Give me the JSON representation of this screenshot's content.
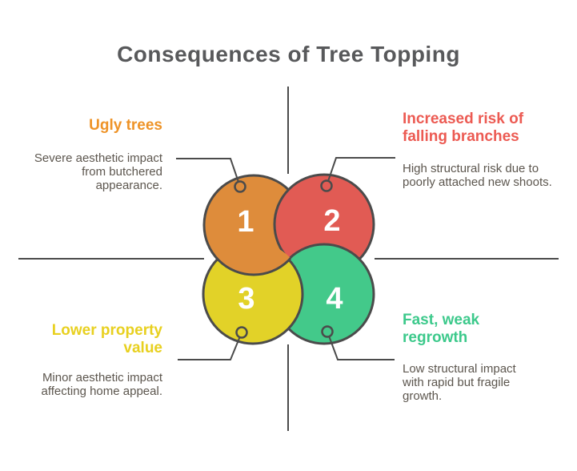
{
  "title": "Consequences of Tree Topping",
  "colors": {
    "background": "#FFFFFF",
    "outline": "#4B4B4B",
    "title_text": "#58595B",
    "body_text": "#5C564E",
    "number_text": "#FFFFFF"
  },
  "items": [
    {
      "number": "1",
      "heading": "Ugly trees",
      "body": "Severe aesthetic impact from butchered appearance.",
      "circle_color": "#DE8C3B",
      "heading_color": "#EE9327"
    },
    {
      "number": "2",
      "heading": "Increased risk of falling branches",
      "body": "High structural risk due to poorly attached new shoots.",
      "circle_color": "#E15B54",
      "heading_color": "#EC5A52"
    },
    {
      "number": "3",
      "heading": "Lower property value",
      "body": "Minor aesthetic impact affecting home appeal.",
      "circle_color": "#E2D228",
      "heading_color": "#E8D01F"
    },
    {
      "number": "4",
      "heading": "Fast, weak regrowth",
      "body": "Low structural impact with rapid but fragile growth.",
      "circle_color": "#43C98A",
      "heading_color": "#3CC98B"
    }
  ]
}
